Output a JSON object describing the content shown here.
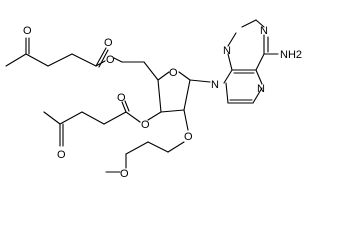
{
  "molecule": {
    "atoms": {
      "o_ketone_top": "O",
      "o_ester_top_carbonyl": "O",
      "o_ester_top_ether": "O",
      "o_ring": "O",
      "n9": "N",
      "n7": "N",
      "n3": "N",
      "n1": "N",
      "nh2": "NH2",
      "o_ester_left_ether": "O",
      "o_ester_left_carbonyl": "O",
      "o_ketone_left": "O",
      "o_2prime": "O",
      "o_methoxy": "O"
    }
  }
}
